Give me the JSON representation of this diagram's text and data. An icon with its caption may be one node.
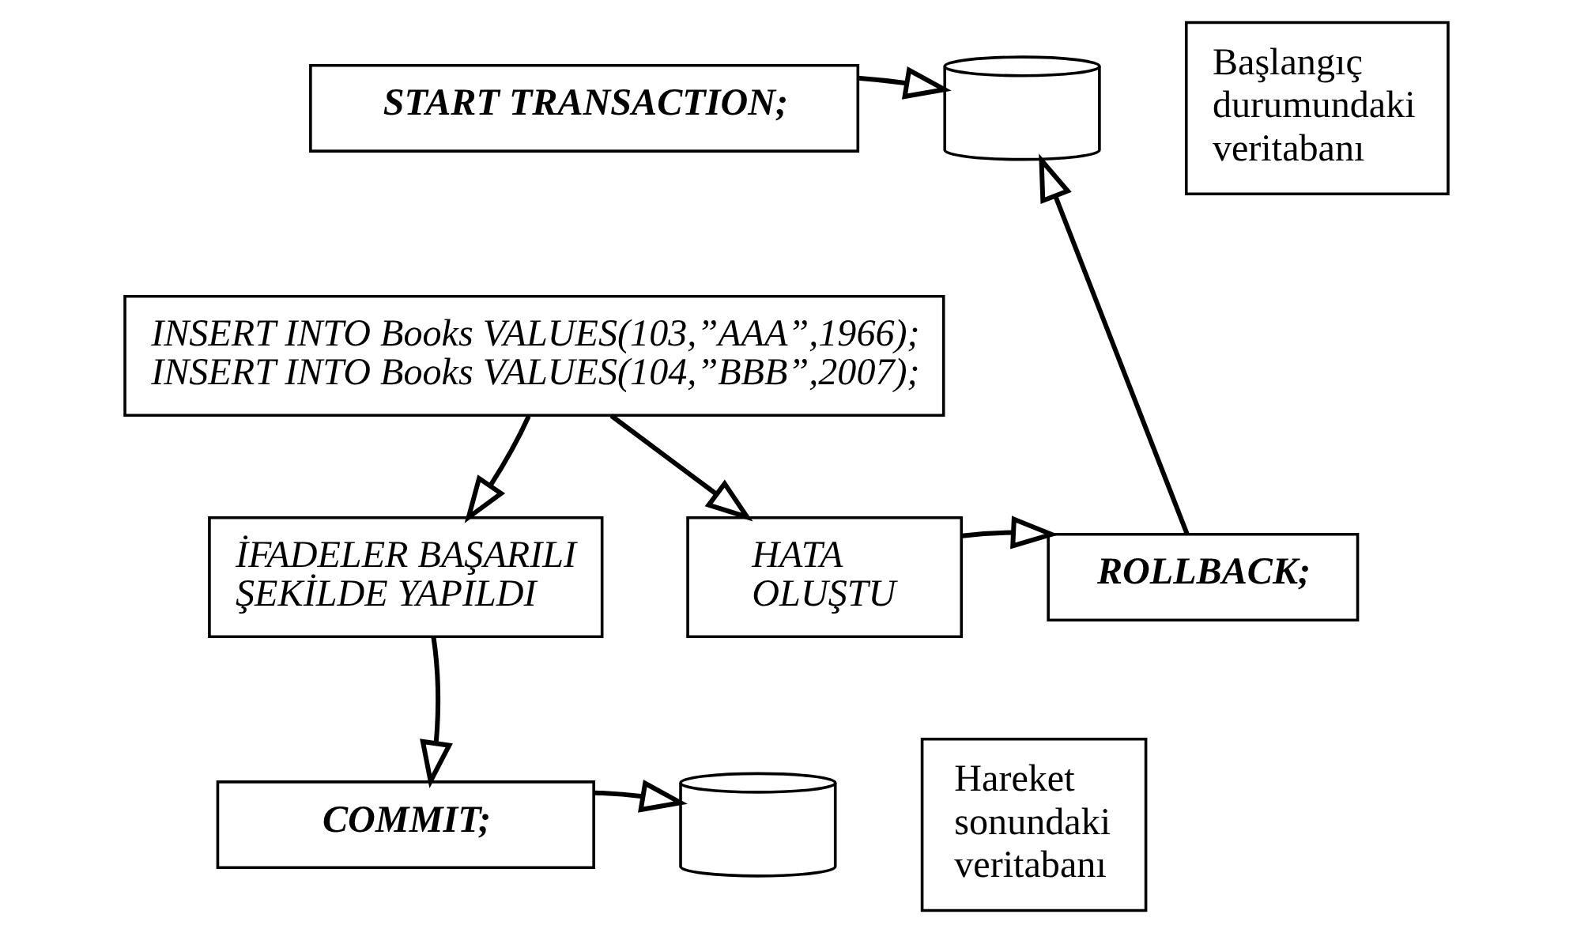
{
  "diagram": {
    "nodes": [
      {
        "text": [
          "START TRANSACTION;"
        ]
      },
      {
        "text": [],
        "shape": "cylinder"
      },
      {
        "text": [
          "Başlangıç durumundaki veritabanı"
        ]
      },
      {
        "text": [
          "INSERT INTO Books VALUES(103,”AAA”,1966);",
          "INSERT INTO Books VALUES(104,”BBB”,2007);"
        ]
      },
      {
        "text": [
          "İFADELER BAŞARILI ŞEKİLDE YAPILDI"
        ]
      },
      {
        "text": [
          "HATA OLUŞTU"
        ]
      },
      {
        "text": [
          "ROLLBACK;"
        ]
      },
      {
        "text": [
          "COMMIT;"
        ]
      },
      {
        "text": [],
        "shape": "cylinder"
      },
      {
        "text": [
          "Hareket sonundaki veritabanı"
        ]
      }
    ],
    "edges": [
      {
        "from": 0,
        "to": 1,
        "arrow": "to"
      },
      {
        "from": 3,
        "to": 4,
        "arrow": "to"
      },
      {
        "from": 3,
        "to": 5,
        "arrow": "to"
      },
      {
        "from": 5,
        "to": 6,
        "arrow": "to"
      },
      {
        "from": 6,
        "to": 1,
        "arrow": "to"
      },
      {
        "from": 4,
        "to": 7,
        "arrow": "to"
      },
      {
        "from": 7,
        "to": 8,
        "arrow": "to"
      }
    ]
  }
}
